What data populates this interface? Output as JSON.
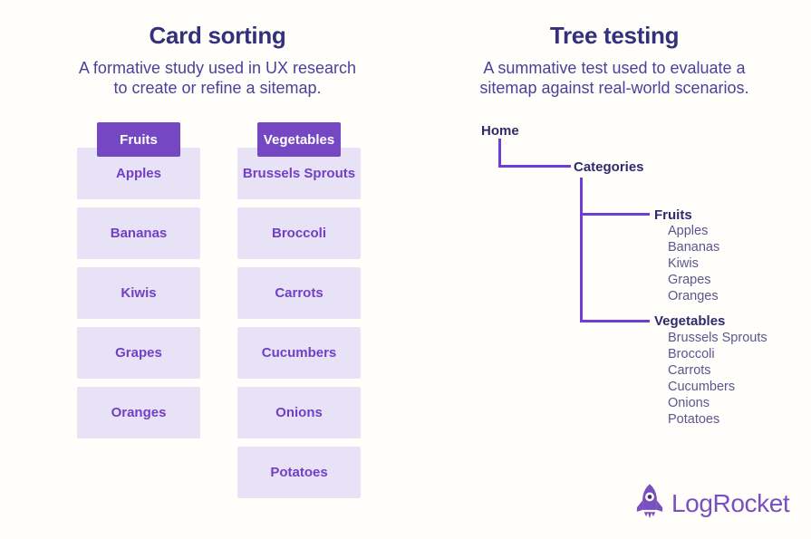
{
  "card_sorting": {
    "title": "Card sorting",
    "subtitle_line1": "A formative study used in UX research",
    "subtitle_line2": "to create or refine a sitemap.",
    "columns": [
      {
        "header": "Fruits",
        "cards": [
          "Apples",
          "Bananas",
          "Kiwis",
          "Grapes",
          "Oranges"
        ]
      },
      {
        "header": "Vegetables",
        "cards": [
          "Brussels Sprouts",
          "Broccoli",
          "Carrots",
          "Cucumbers",
          "Onions",
          "Potatoes"
        ]
      }
    ]
  },
  "tree_testing": {
    "title": "Tree testing",
    "subtitle_line1": "A summative test used to evaluate a",
    "subtitle_line2": "sitemap against real-world scenarios.",
    "root": "Home",
    "level1": "Categories",
    "branches": [
      {
        "label": "Fruits",
        "children": [
          "Apples",
          "Bananas",
          "Kiwis",
          "Grapes",
          "Oranges"
        ]
      },
      {
        "label": "Vegetables",
        "children": [
          "Brussels Sprouts",
          "Broccoli",
          "Carrots",
          "Cucumbers",
          "Onions",
          "Potatoes"
        ]
      }
    ]
  },
  "branding": {
    "logo_text": "LogRocket",
    "logo_icon": "rocket-icon"
  },
  "colors": {
    "title": "#34307c",
    "subtitle": "#4b409c",
    "header_box": "#7547c2",
    "card_bg": "#e7e2f5",
    "card_text": "#7140c6",
    "tree_line": "#6d3fd4",
    "tree_node": "#2f2a6b",
    "tree_child": "#5d5590",
    "logo": "#7a4fc0"
  }
}
